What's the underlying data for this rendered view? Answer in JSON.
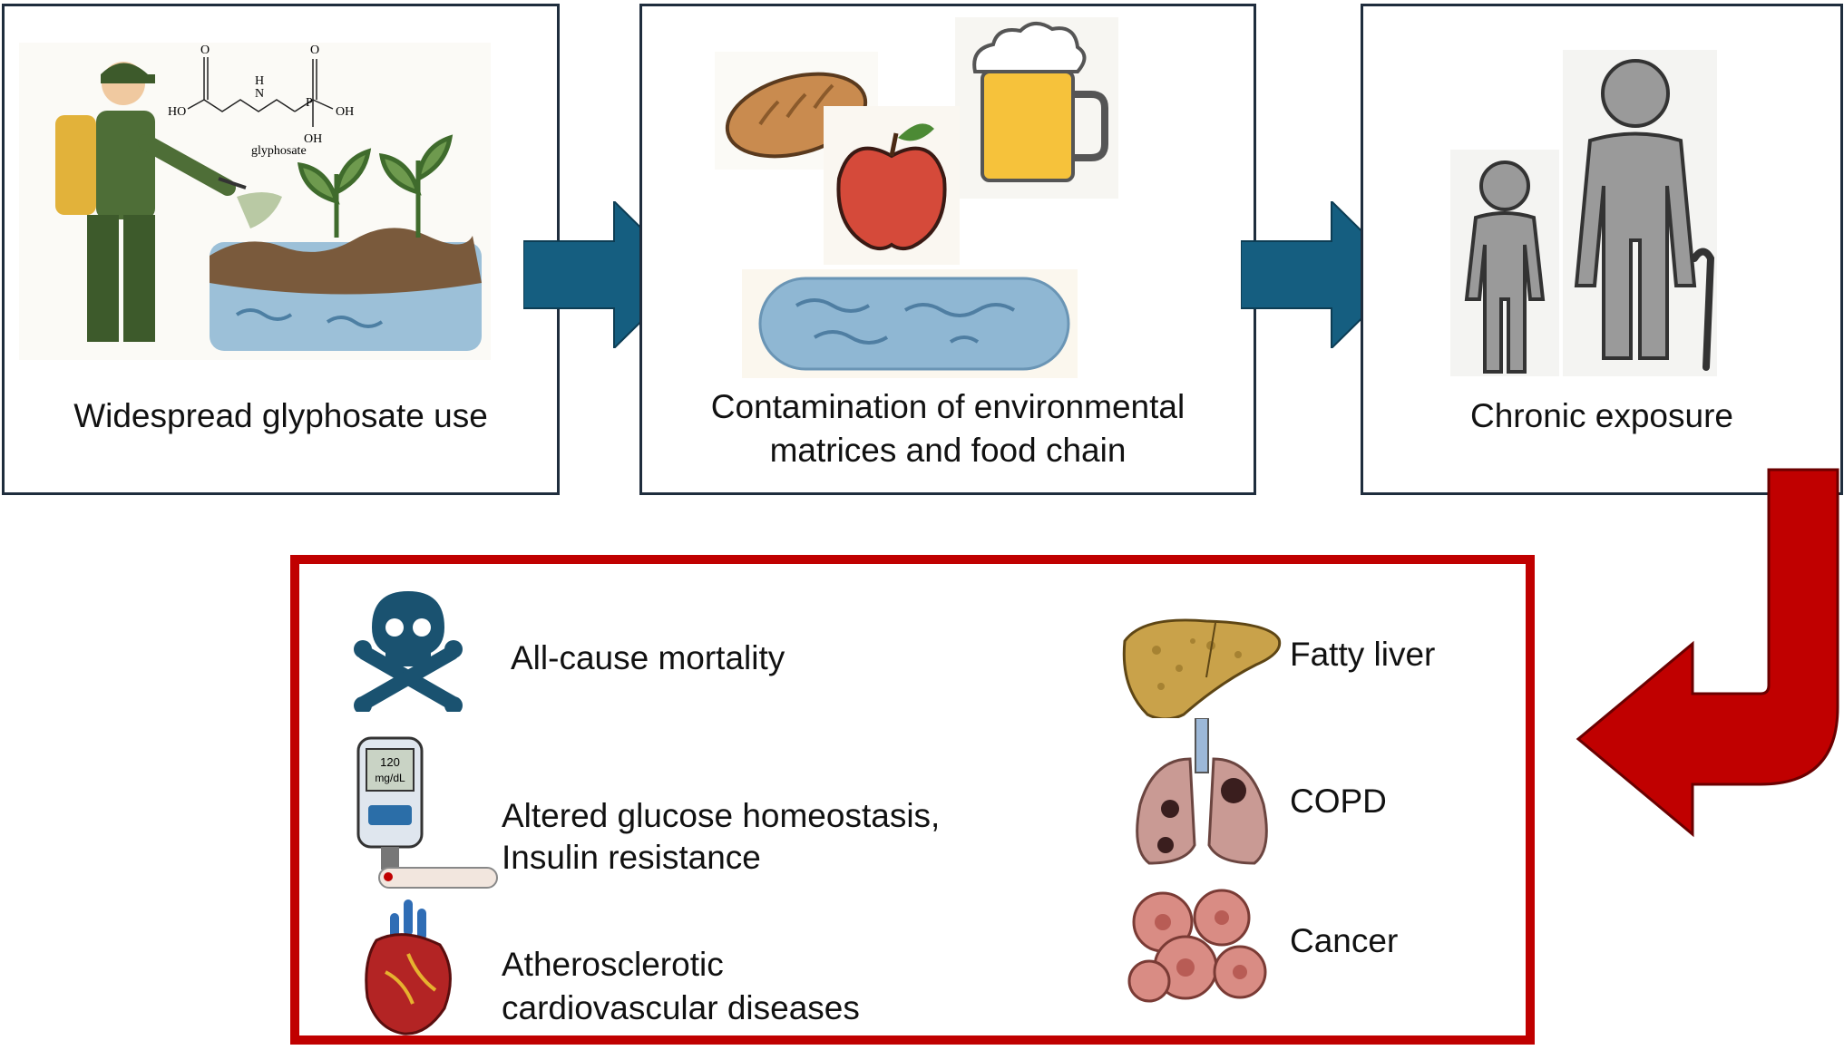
{
  "steps": [
    {
      "caption": "Widespread glyphosate use"
    },
    {
      "caption_line1": "Contamination of environmental",
      "caption_line2": "matrices and food chain"
    },
    {
      "caption": "Chronic exposure"
    }
  ],
  "molecule": {
    "label": "glyphosate",
    "atoms": {
      "o_top_left": "O",
      "ho": "HO",
      "n": "N",
      "h": "H",
      "o_top_right": "O",
      "p": "P",
      "oh_right": "OH",
      "oh_bottom": "OH"
    }
  },
  "glucometer": {
    "reading": "120",
    "unit": "mg/dL"
  },
  "outcomes": {
    "left": [
      {
        "label": "All-cause mortality",
        "icon": "skull-crossbones-icon"
      },
      {
        "label_line1": "Altered glucose homeostasis,",
        "label_line2": "Insulin resistance",
        "icon": "glucometer-icon"
      },
      {
        "label_line1": "Atherosclerotic",
        "label_line2": "cardiovascular diseases",
        "icon": "heart-icon"
      }
    ],
    "right": [
      {
        "label": "Fatty liver",
        "icon": "liver-icon"
      },
      {
        "label": "COPD",
        "icon": "lungs-icon"
      },
      {
        "label": "Cancer",
        "icon": "cancer-cells-icon"
      }
    ]
  },
  "colors": {
    "flow_arrow": "#155e80",
    "outcome_border": "#c00000",
    "outcome_arrow": "#c00000",
    "box_border": "#1f2d3d"
  }
}
